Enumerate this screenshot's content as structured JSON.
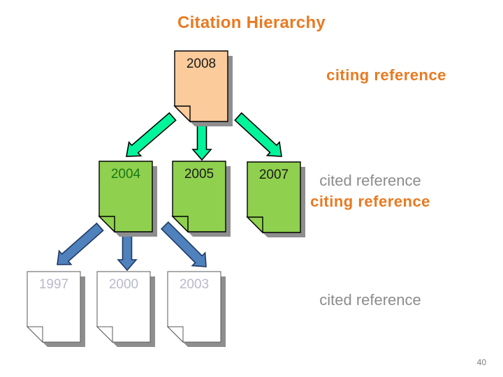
{
  "title": "Citation Hierarchy",
  "labels": {
    "top_right": "citing reference",
    "middle_right_line1": "cited reference",
    "middle_right_line2": "citing reference",
    "bottom_right": "cited reference"
  },
  "documents": {
    "top": [
      {
        "year": "2008"
      }
    ],
    "middle": [
      {
        "year": "2004"
      },
      {
        "year": "2005"
      },
      {
        "year": "2007"
      }
    ],
    "bottom": [
      {
        "year": "1997"
      },
      {
        "year": "2000"
      },
      {
        "year": "2003"
      }
    ]
  },
  "arrows": {
    "green": [
      {
        "from": "2008",
        "to": "2004"
      },
      {
        "from": "2008",
        "to": "2005"
      },
      {
        "from": "2008",
        "to": "2007"
      }
    ],
    "blue": [
      {
        "from": "2004",
        "to": "1997"
      },
      {
        "from": "2004",
        "to": "2000"
      },
      {
        "from": "2005",
        "to": "2003"
      }
    ]
  },
  "page_number": "40",
  "colors": {
    "accent_orange": "#E87A22",
    "label_gray": "#8C8C8C",
    "doc_peach_fill": "#FBCB9B",
    "doc_green_fill": "#8FD04E",
    "doc_white_fill": "#FFFFFF",
    "arrow_green_fill": "#00F59B",
    "arrow_blue_fill": "#4F81BD",
    "year_dark": "#1A1A1A",
    "year_dark_green": "#187818",
    "year_light_gray": "#B9B9CB",
    "shadow_gray": "#8E8E8E",
    "page_number_gray": "#808080"
  }
}
